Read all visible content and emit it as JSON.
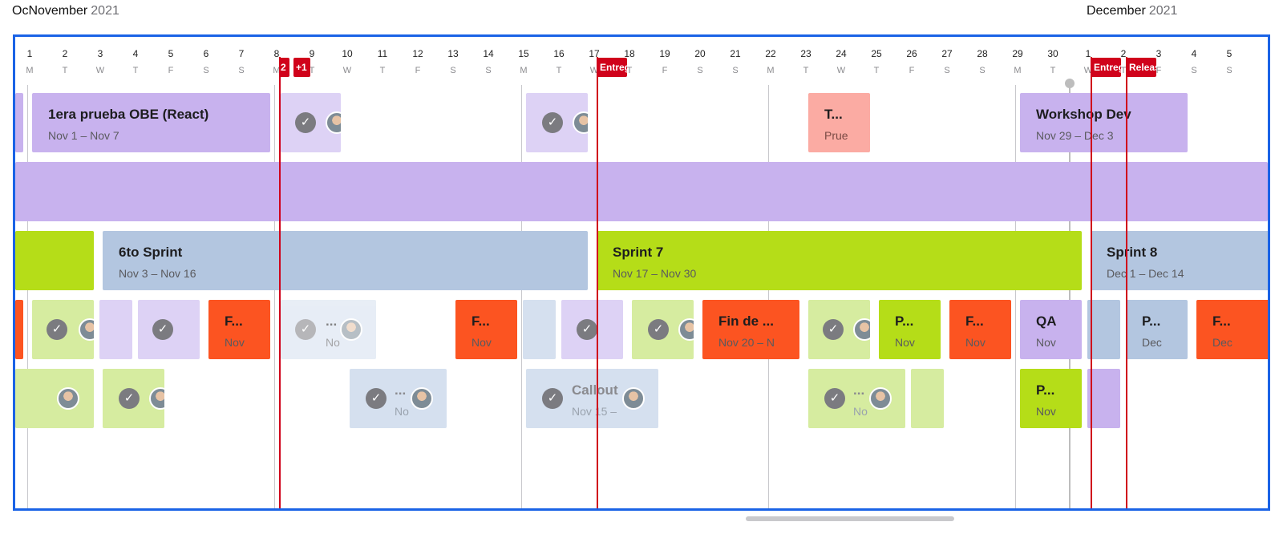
{
  "header": {
    "prev_month_label": "Oc",
    "month_1": {
      "name": "November",
      "year": "2021"
    },
    "month_2": {
      "name": "December",
      "year": "2021"
    }
  },
  "timeline": {
    "days": [
      {
        "n": "1",
        "w": "M"
      },
      {
        "n": "2",
        "w": "T"
      },
      {
        "n": "3",
        "w": "W"
      },
      {
        "n": "4",
        "w": "T"
      },
      {
        "n": "5",
        "w": "F"
      },
      {
        "n": "6",
        "w": "S"
      },
      {
        "n": "7",
        "w": "S"
      },
      {
        "n": "8",
        "w": "M"
      },
      {
        "n": "9",
        "w": "T"
      },
      {
        "n": "10",
        "w": "W"
      },
      {
        "n": "11",
        "w": "T"
      },
      {
        "n": "12",
        "w": "F"
      },
      {
        "n": "13",
        "w": "S"
      },
      {
        "n": "14",
        "w": "S"
      },
      {
        "n": "15",
        "w": "M"
      },
      {
        "n": "16",
        "w": "T"
      },
      {
        "n": "17",
        "w": "W"
      },
      {
        "n": "18",
        "w": "T"
      },
      {
        "n": "19",
        "w": "F"
      },
      {
        "n": "20",
        "w": "S"
      },
      {
        "n": "21",
        "w": "S"
      },
      {
        "n": "22",
        "w": "M"
      },
      {
        "n": "23",
        "w": "T"
      },
      {
        "n": "24",
        "w": "W"
      },
      {
        "n": "25",
        "w": "T"
      },
      {
        "n": "26",
        "w": "F"
      },
      {
        "n": "27",
        "w": "S"
      },
      {
        "n": "28",
        "w": "S"
      },
      {
        "n": "29",
        "w": "M"
      },
      {
        "n": "30",
        "w": "T"
      },
      {
        "n": "1",
        "w": "W"
      },
      {
        "n": "2",
        "w": "T"
      },
      {
        "n": "3",
        "w": "F"
      },
      {
        "n": "4",
        "w": "S"
      },
      {
        "n": "5",
        "w": "S"
      }
    ]
  },
  "milestones": [
    {
      "label": "2",
      "day": 8
    },
    {
      "label": "+1",
      "day": 8
    },
    {
      "label": "Entrega",
      "day": 17
    },
    {
      "label": "Entrega",
      "day": 31
    },
    {
      "label": "Release",
      "day": 32
    }
  ],
  "cards": [
    {
      "title": "1era prueba OBE (React)",
      "dates": "Nov 1 – Nov 7",
      "color": "purple"
    },
    {
      "title": "T...",
      "dates": "Prue",
      "color": "salmon"
    },
    {
      "title": "Workshop Dev",
      "dates": "Nov 29 – Dec 3",
      "color": "purple"
    },
    {
      "title": "6to Sprint",
      "dates": "Nov 3 – Nov 16",
      "color": "blue"
    },
    {
      "title": "Sprint 7",
      "dates": "Nov 17 – Nov 30",
      "color": "green"
    },
    {
      "title": "Sprint 8",
      "dates": "Dec 1 – Dec 14",
      "color": "blue"
    },
    {
      "title": "F...",
      "dates": "Nov",
      "color": "orange"
    },
    {
      "title": "...",
      "dates": "No",
      "color": "lightblue"
    },
    {
      "title": "F...",
      "dates": "Nov",
      "color": "orange"
    },
    {
      "title": "Fin de ...",
      "dates": "Nov 20 – N",
      "color": "orange"
    },
    {
      "title": "P...",
      "dates": "Nov",
      "color": "green"
    },
    {
      "title": "F...",
      "dates": "Nov",
      "color": "orange"
    },
    {
      "title": "QA",
      "dates": "Nov",
      "color": "purple"
    },
    {
      "title": "P...",
      "dates": "Dec",
      "color": "blue"
    },
    {
      "title": "F...",
      "dates": "Dec",
      "color": "orange"
    },
    {
      "title": "...",
      "dates": "No",
      "color": "lightblue"
    },
    {
      "title": "Callout",
      "dates": "Nov 15 –",
      "color": "lightblue"
    },
    {
      "title": "...",
      "dates": "No",
      "color": "lightgreen"
    },
    {
      "title": "P...",
      "dates": "Nov",
      "color": "green"
    }
  ]
}
